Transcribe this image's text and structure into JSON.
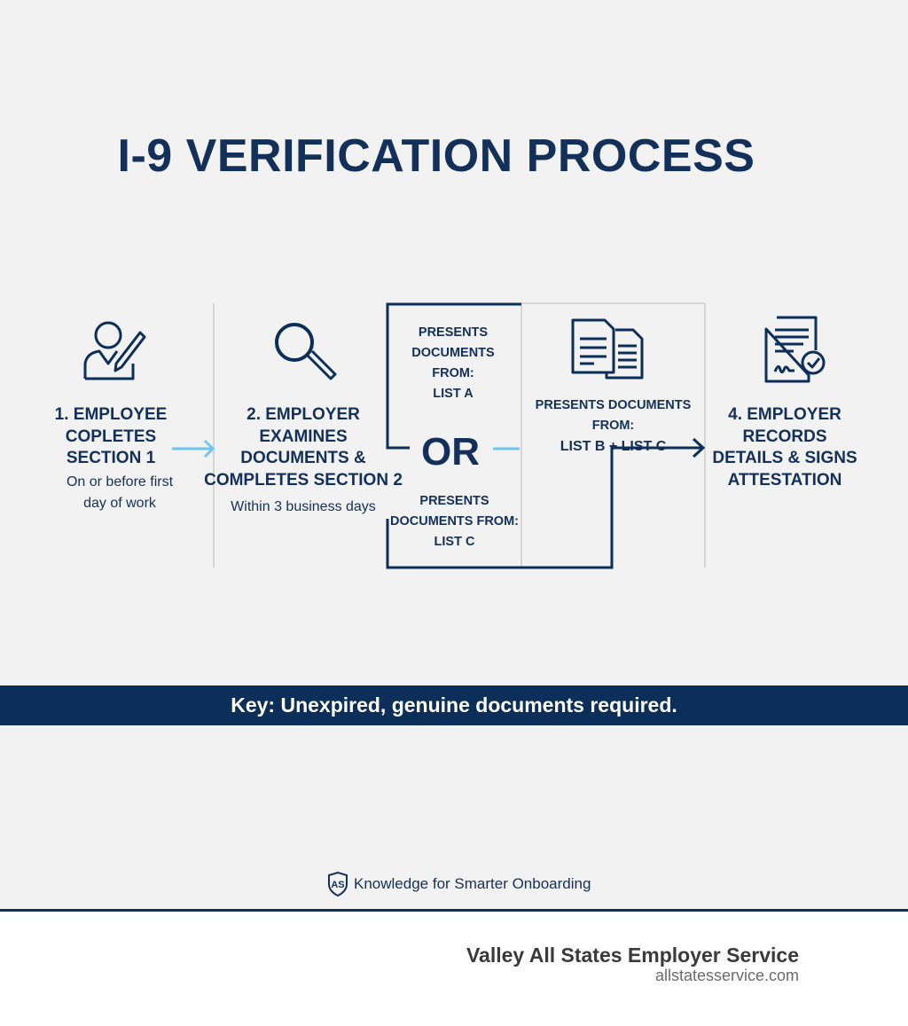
{
  "title": "I-9 VERIFICATION PROCESS",
  "steps": [
    {
      "label": "1. EMPLOYEE COPLETES SECTION 1",
      "lines": [
        "1. EMPLOYEE",
        "COPLETES",
        "SECTION 1"
      ],
      "sub": [
        "On or before first",
        "day of work"
      ],
      "icon": "person-writing-icon"
    },
    {
      "label": "2. EMPLOYER EXAMINES DOCUMENTS & COMPLETES SECTION 2",
      "lines": [
        "2. EMPLOYER",
        "EXAMINES",
        "DOCUMENTS &",
        "COMPLETES SECTION 2"
      ],
      "sub": [
        "Within 3 business days"
      ],
      "icon": "magnifier-icon"
    },
    {
      "label": "4. EMPLOYER RECORDS DETAILS & SIGNS ATTESTATION",
      "lines": [
        "4. EMPLOYER",
        "RECORDS",
        "DETAILS & SIGNS",
        "ATTESTATION"
      ],
      "icon": "signed-document-check-icon"
    }
  ],
  "options": {
    "list_a": [
      "PRESENTS",
      "DOCUMENTS FROM:",
      "LIST A"
    ],
    "or": "OR",
    "list_c": [
      "PRESENTS",
      "DOCUMENTS FROM:",
      "LIST C"
    ],
    "list_bc": [
      "PRESENTS DOCUMENTS FROM:",
      "LIST B + LIST C"
    ],
    "list_bc_icon": "documents-icon"
  },
  "banner": "Key: Unexpired, genuine documents required.",
  "footer": {
    "tagline": "Knowledge for Smarter Onboarding",
    "logo_text": "AS",
    "company": "Valley All States Employer Service",
    "url": "allstatesservice.com"
  },
  "colors": {
    "navy": "#0b2f58",
    "accent": "#6ec6ee",
    "background": "#f2f2f2",
    "divider": "#d6d6d6"
  }
}
